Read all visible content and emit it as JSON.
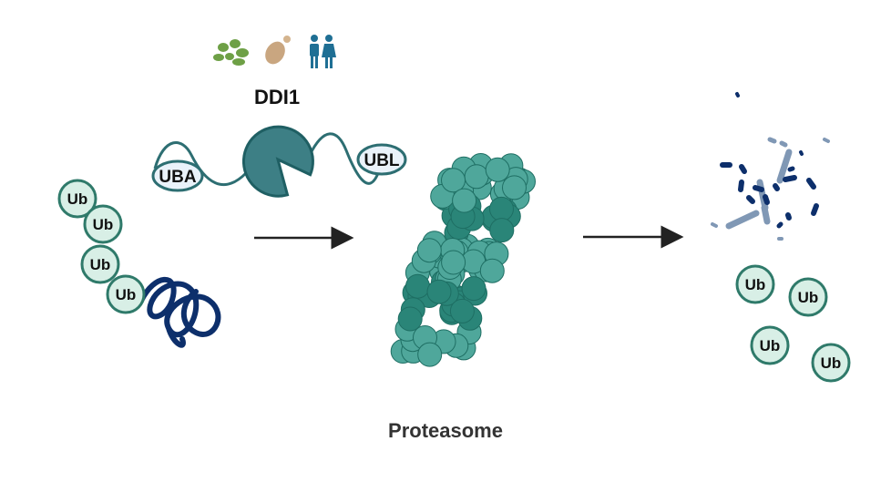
{
  "title": "DDI1",
  "organisms": [
    "plant-icon",
    "yeast-icon",
    "human-icon"
  ],
  "domains": {
    "left": "UBA",
    "right": "UBL"
  },
  "ubiquitin_label": "Ub",
  "proteasome_label": "Proteasome",
  "colors": {
    "teal": "#3d7f85",
    "teal_dark": "#1f5f63",
    "ub_fill": "#d8efe6",
    "ub_stroke": "#2f7a6a",
    "protein": "#0d2f6b",
    "fragment_light": "#8098b5",
    "proteasome_light": "#4fa79b",
    "proteasome_dark": "#2a8578"
  }
}
